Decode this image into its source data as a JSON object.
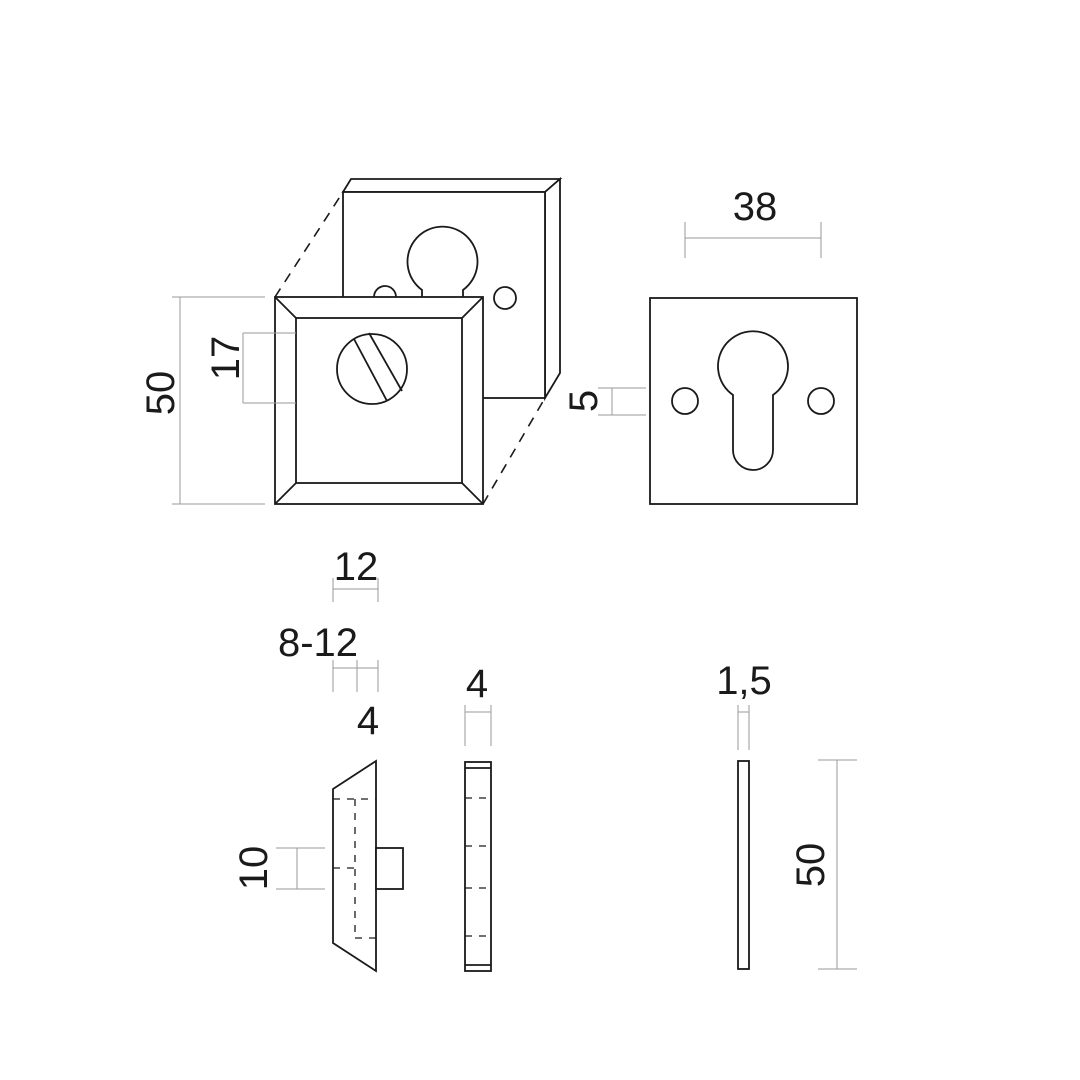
{
  "drawing": {
    "dimensions": {
      "plate_height": "50",
      "screw_offset": "17",
      "keyhole_width": "38",
      "hole_offset": "5",
      "knob_length": "12",
      "door_thickness": "8-12",
      "knob_base": "4",
      "ring_thickness": "4",
      "plate_thickness": "1,5",
      "side_height": "50",
      "knob_stem": "10"
    },
    "colors": {
      "line": "#1a1a1a",
      "dimension": "#9a9a9a"
    }
  }
}
